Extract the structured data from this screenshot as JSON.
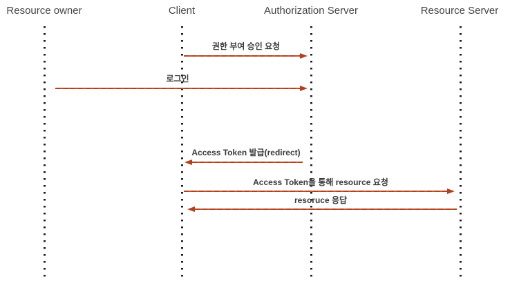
{
  "participants": [
    {
      "name": "Resource owner"
    },
    {
      "name": "Client"
    },
    {
      "name": "Authorization Server"
    },
    {
      "name": "Resource Server"
    }
  ],
  "messages": [
    {
      "label": "권한 부여 승인 요청",
      "from": "Client",
      "to": "Authorization Server",
      "direction": "right"
    },
    {
      "label": "로그인",
      "from": "Resource owner",
      "to": "Authorization Server",
      "direction": "right"
    },
    {
      "label": "Access Token 발급(redirect)",
      "from": "Authorization Server",
      "to": "Client",
      "direction": "left"
    },
    {
      "label": "Access Token을 통해 resource 요청",
      "from": "Client",
      "to": "Resource Server",
      "direction": "right"
    },
    {
      "label": "resoruce 응답",
      "from": "Resource Server",
      "to": "Client",
      "direction": "left"
    }
  ],
  "colors": {
    "arrow": "#b2401f",
    "arrow-light": "#c4512a",
    "text": "#454545",
    "label-text": "#3a3a3a",
    "lifeline": "#1c1c1c",
    "background": "#ffffff"
  }
}
